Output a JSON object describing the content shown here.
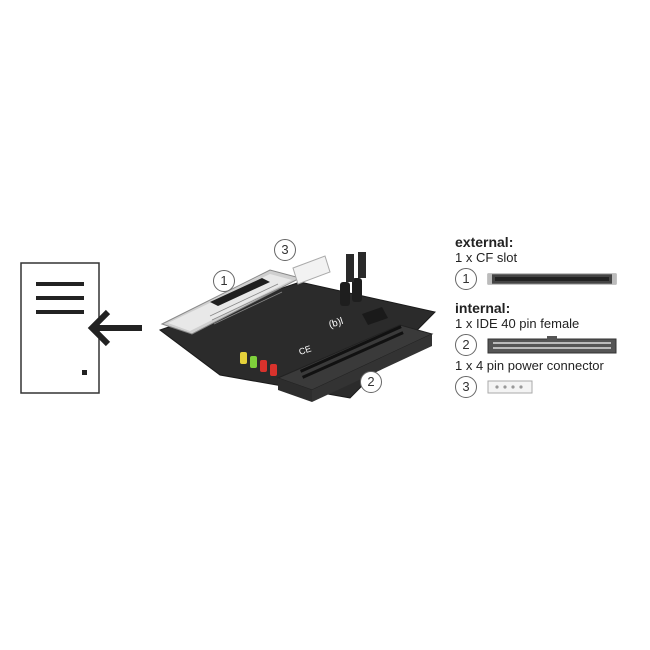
{
  "callouts": {
    "one": "1",
    "two": "2",
    "three": "3"
  },
  "legend": {
    "external_heading": "external:",
    "external_item": "1 x CF slot",
    "internal_heading": "internal:",
    "internal_item_1": "1 x IDE 40 pin female",
    "internal_item_2": "1 x 4 pin power connector"
  },
  "board_markings": {
    "brand": "(b)l",
    "ce": "CE"
  },
  "icons": [
    "drive-bay-icon",
    "left-arrow-icon"
  ],
  "colors": {
    "board": "#2b2b2b",
    "connector": "#3a3a3a",
    "led_green": "#7fd13b",
    "led_yellow": "#e6d23a",
    "led_red": "#d8322c"
  }
}
